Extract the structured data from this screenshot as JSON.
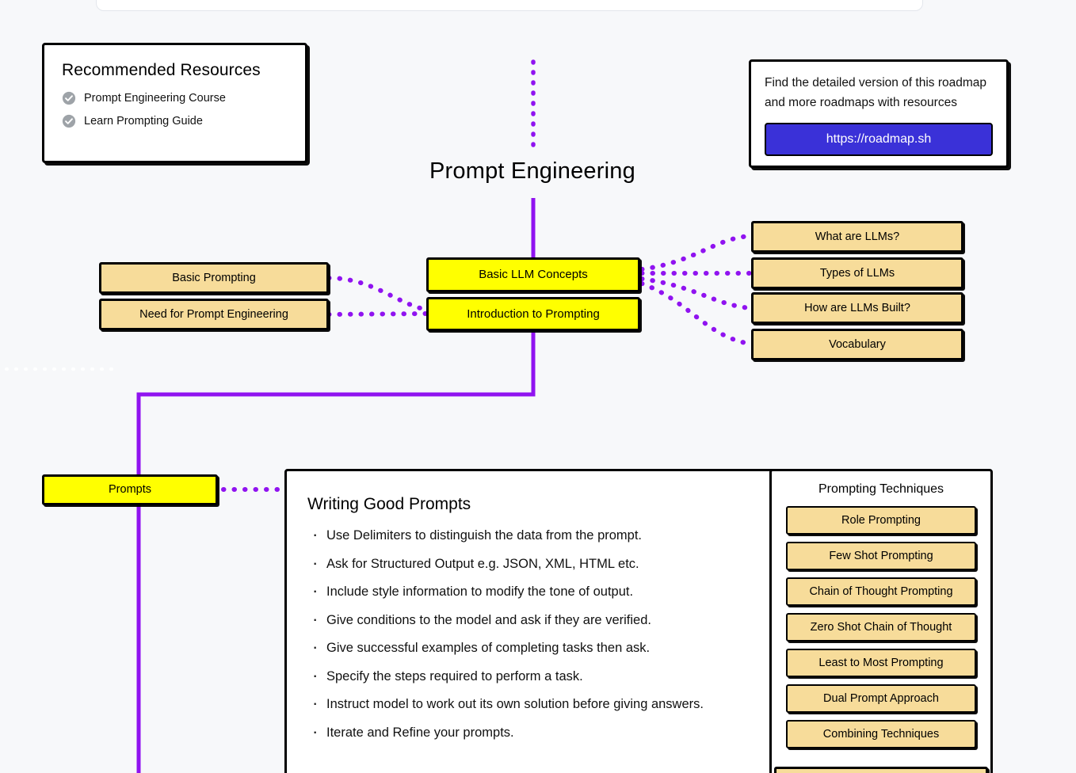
{
  "background_color": "#f7f8fa",
  "accent_color": "#9013f0",
  "node_colors": {
    "highlight": "#ffff00",
    "normal": "#f7dc9a",
    "link_button": "#3a31d8"
  },
  "topbar": {
    "name": "search-bar-partial"
  },
  "recommended_resources": {
    "title": "Recommended Resources",
    "items": [
      {
        "label": "Prompt Engineering Course",
        "icon": "check-circle-icon"
      },
      {
        "label": "Learn Prompting Guide",
        "icon": "check-circle-icon"
      }
    ]
  },
  "roadmap_card": {
    "line1": "Find the detailed version of this roadmap",
    "line2": "and more roadmaps with resources",
    "button_label": "https://roadmap.sh"
  },
  "diagram": {
    "title": "Prompt Engineering",
    "center_nodes": [
      {
        "label": "Basic LLM Concepts",
        "state": "highlight"
      },
      {
        "label": "Introduction to Prompting",
        "state": "highlight"
      }
    ],
    "left_nodes": [
      {
        "label": "Basic Prompting",
        "state": "normal"
      },
      {
        "label": "Need for Prompt Engineering",
        "state": "normal"
      }
    ],
    "right_nodes": [
      {
        "label": "What are LLMs?",
        "state": "normal"
      },
      {
        "label": "Types of LLMs",
        "state": "normal"
      },
      {
        "label": "How are LLMs Built?",
        "state": "normal"
      },
      {
        "label": "Vocabulary",
        "state": "normal"
      }
    ],
    "prompts_node": {
      "label": "Prompts",
      "state": "highlight"
    }
  },
  "writing_good_prompts": {
    "heading": "Writing Good Prompts",
    "bullets": [
      "Use Delimiters to distinguish the data from the prompt.",
      "Ask for Structured Output e.g. JSON, XML, HTML etc.",
      "Include style information to modify the tone of output.",
      "Give conditions to the model and ask if they are verified.",
      "Give successful examples of completing tasks then ask.",
      "Specify the steps required to perform a task.",
      "Instruct model to work out its own solution before giving answers.",
      "Iterate and Refine your prompts."
    ]
  },
  "prompting_techniques": {
    "heading": "Prompting Techniques",
    "items": [
      "Role Prompting",
      "Few Shot Prompting",
      "Chain of Thought Prompting",
      "Zero Shot Chain of Thought",
      "Least to Most Prompting",
      "Dual Prompt Approach",
      "Combining Techniques"
    ]
  }
}
